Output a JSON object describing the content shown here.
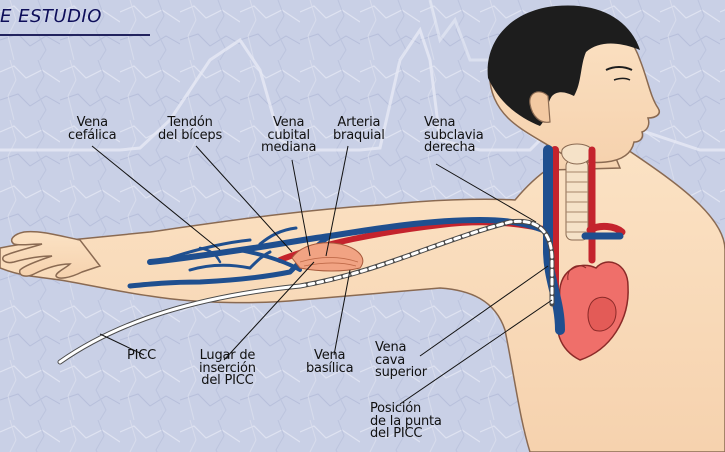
{
  "header": {
    "title": "E ESTUDIO"
  },
  "labels": {
    "vena_cefalica": "Vena\ncefálica",
    "tendon_biceps": "Tendón\ndel bíceps",
    "vena_cubital": "Vena\ncubital\nmediana",
    "arteria_braquial": "Arteria\nbraquial",
    "vena_subclavia": "Vena\nsubclavia\nderecha",
    "picc": "PICC",
    "lugar_insercion": "Lugar de\ninserción\ndel PICC",
    "vena_basilica": "Vena\nbasílica",
    "vena_cava": "Vena\ncava\nsuperior",
    "posicion_punta": "Posición\nde la punta\ndel PICC"
  },
  "colors": {
    "background": "#c9d0e6",
    "skin": "#f8d9b8",
    "hair": "#1d1d1d",
    "vein": "#1f4f8f",
    "artery": "#c4232d",
    "heart": "#ef6f6a",
    "catheter": "#ffffff",
    "header_text": "#0e0e5a"
  }
}
